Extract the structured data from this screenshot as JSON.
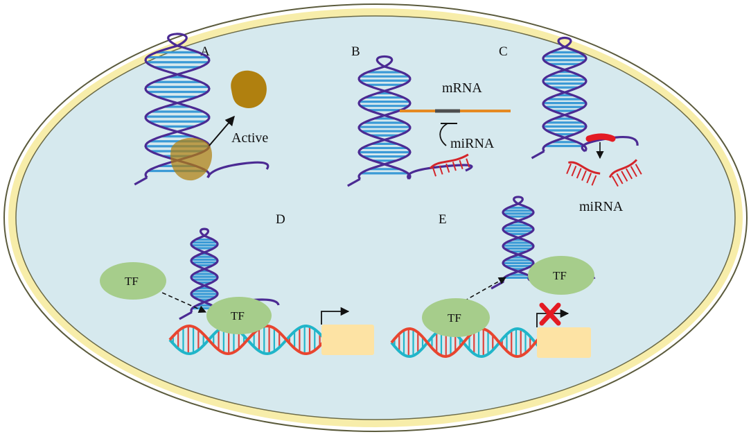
{
  "colors": {
    "cell_fill": "#d6e9ee",
    "cell_border": "#f7edaa",
    "cell_border_dark": "#5b5b3c",
    "lncrna_strand": "#4b2a93",
    "lncrna_rungs": "#3b9ad6",
    "protein": "#b0800f",
    "mrna": "#e58a22",
    "mrna_site": "#4e4e4e",
    "mirna": "#d4252a",
    "tf_fill": "#a6cd8b",
    "dna_strand_a": "#20b5c9",
    "dna_strand_b": "#e8452f",
    "dna_rungs": "#e0413a",
    "gene_box": "#fde3a4",
    "block_mark": "#e31b23"
  },
  "panels": {
    "a": {
      "letter": "A",
      "label": "Active"
    },
    "b": {
      "letter": "B",
      "mrna_label": "mRNA",
      "mirna_label": "miRNA"
    },
    "c": {
      "letter": "C",
      "mirna_label": "miRNA"
    },
    "d": {
      "letter": "D",
      "tf_free": "TF",
      "tf_bound": "TF"
    },
    "e": {
      "letter": "E",
      "tf_upper": "TF",
      "tf_lower": "TF"
    }
  },
  "icons": {
    "transcription_start": "bent-arrow-icon",
    "inhibition": "t-bar-inhibition-icon",
    "block": "red-x-icon"
  }
}
